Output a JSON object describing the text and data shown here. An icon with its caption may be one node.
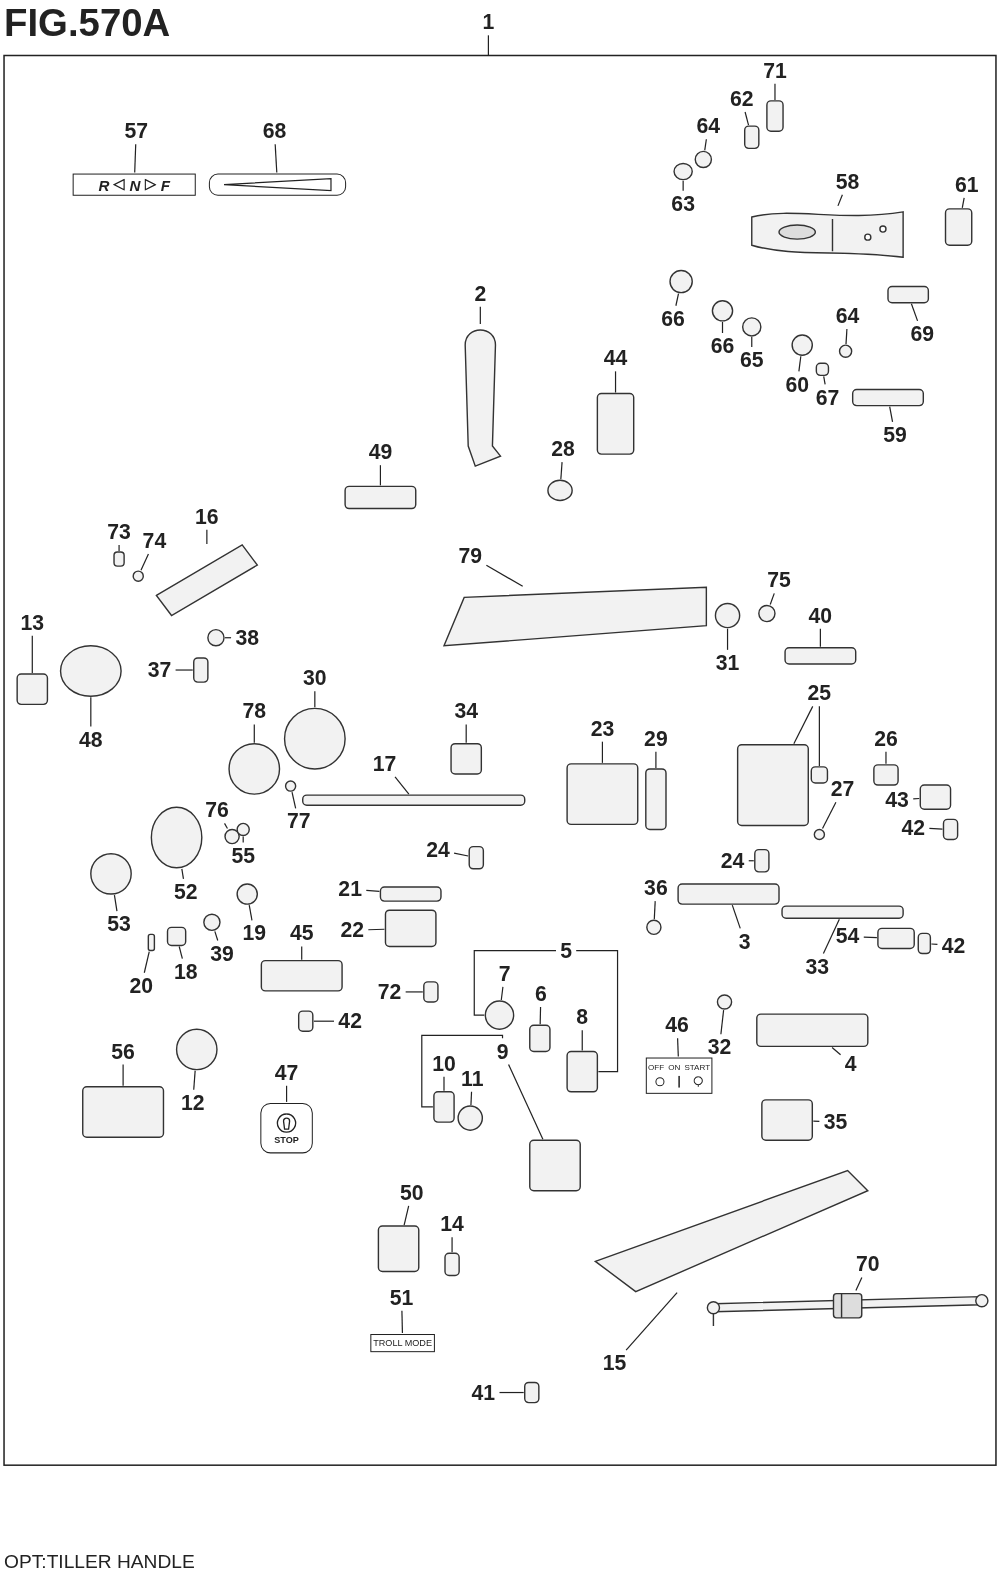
{
  "diagram": {
    "title": "FIG.570A",
    "caption": "OPT:TILLER HANDLE",
    "nodes": [
      {
        "text": [
          "1"
        ]
      },
      {
        "text": [
          "57"
        ]
      },
      {
        "text": [
          "68"
        ]
      },
      {
        "text": [
          "71"
        ]
      },
      {
        "text": [
          "62"
        ]
      },
      {
        "text": [
          "64"
        ]
      },
      {
        "text": [
          "63"
        ]
      },
      {
        "text": [
          "58"
        ]
      },
      {
        "text": [
          "61"
        ]
      },
      {
        "text": [
          "66"
        ]
      },
      {
        "text": [
          "66"
        ]
      },
      {
        "text": [
          "65"
        ]
      },
      {
        "text": [
          "69"
        ]
      },
      {
        "text": [
          "64"
        ]
      },
      {
        "text": [
          "60"
        ]
      },
      {
        "text": [
          "67"
        ]
      },
      {
        "text": [
          "59"
        ]
      },
      {
        "text": [
          "2"
        ]
      },
      {
        "text": [
          "44"
        ]
      },
      {
        "text": [
          "28"
        ]
      },
      {
        "text": [
          "49"
        ]
      },
      {
        "text": [
          "16"
        ]
      },
      {
        "text": [
          "73"
        ]
      },
      {
        "text": [
          "74"
        ]
      },
      {
        "text": [
          "13"
        ]
      },
      {
        "text": [
          "38"
        ]
      },
      {
        "text": [
          "37"
        ]
      },
      {
        "text": [
          "48"
        ]
      },
      {
        "text": [
          "79"
        ]
      },
      {
        "text": [
          "75"
        ]
      },
      {
        "text": [
          "40"
        ]
      },
      {
        "text": [
          "31"
        ]
      },
      {
        "text": [
          "30"
        ]
      },
      {
        "text": [
          "78"
        ]
      },
      {
        "text": [
          "34"
        ]
      },
      {
        "text": [
          "25"
        ]
      },
      {
        "text": [
          "26"
        ]
      },
      {
        "text": [
          "27"
        ]
      },
      {
        "text": [
          "43"
        ]
      },
      {
        "text": [
          "42"
        ]
      },
      {
        "text": [
          "23"
        ]
      },
      {
        "text": [
          "29"
        ]
      },
      {
        "text": [
          "17"
        ]
      },
      {
        "text": [
          "76"
        ]
      },
      {
        "text": [
          "77"
        ]
      },
      {
        "text": [
          "55"
        ]
      },
      {
        "text": [
          "24"
        ]
      },
      {
        "text": [
          "24"
        ]
      },
      {
        "text": [
          "52"
        ]
      },
      {
        "text": [
          "53"
        ]
      },
      {
        "text": [
          "36"
        ]
      },
      {
        "text": [
          "21"
        ]
      },
      {
        "text": [
          "19"
        ]
      },
      {
        "text": [
          "39"
        ]
      },
      {
        "text": [
          "18"
        ]
      },
      {
        "text": [
          "20"
        ]
      },
      {
        "text": [
          "45"
        ]
      },
      {
        "text": [
          "22"
        ]
      },
      {
        "text": [
          "3"
        ]
      },
      {
        "text": [
          "33"
        ]
      },
      {
        "text": [
          "54"
        ]
      },
      {
        "text": [
          "42"
        ]
      },
      {
        "text": [
          "5"
        ]
      },
      {
        "text": [
          "7"
        ]
      },
      {
        "text": [
          "6"
        ]
      },
      {
        "text": [
          "8"
        ]
      },
      {
        "text": [
          "72"
        ]
      },
      {
        "text": [
          "42"
        ]
      },
      {
        "text": [
          "46"
        ]
      },
      {
        "text": [
          "32"
        ]
      },
      {
        "text": [
          "4"
        ]
      },
      {
        "text": [
          "56"
        ]
      },
      {
        "text": [
          "10"
        ]
      },
      {
        "text": [
          "11"
        ]
      },
      {
        "text": [
          "9"
        ]
      },
      {
        "text": [
          "47"
        ]
      },
      {
        "text": [
          "12"
        ]
      },
      {
        "text": [
          "35"
        ]
      },
      {
        "text": [
          "50"
        ]
      },
      {
        "text": [
          "14"
        ]
      },
      {
        "text": [
          "70"
        ]
      },
      {
        "text": [
          "51"
        ]
      },
      {
        "text": [
          "15"
        ]
      },
      {
        "text": [
          "41"
        ]
      },
      {
        "text": [
          "R",
          "N",
          "F"
        ]
      },
      {
        "text": [],
        "shape": "picture"
      },
      {
        "text": [],
        "shape": "box"
      },
      {
        "text": [],
        "shape": "box"
      },
      {
        "text": [],
        "shape": "circle"
      },
      {
        "text": [],
        "shape": "circle"
      },
      {
        "text": [],
        "shape": "picture"
      },
      {
        "text": [],
        "shape": "box"
      },
      {
        "text": [],
        "shape": "circle"
      },
      {
        "text": [],
        "shape": "circle"
      },
      {
        "text": [],
        "shape": "circle"
      },
      {
        "text": [],
        "shape": "box"
      },
      {
        "text": [],
        "shape": "circle"
      },
      {
        "text": [],
        "shape": "circle"
      },
      {
        "text": [],
        "shape": "box"
      },
      {
        "text": [],
        "shape": "box"
      },
      {
        "text": [],
        "shape": "picture"
      },
      {
        "text": [],
        "shape": "box"
      },
      {
        "text": [],
        "shape": "circle"
      },
      {
        "text": [],
        "shape": "box"
      },
      {
        "text": [],
        "shape": "picture"
      },
      {
        "text": [],
        "shape": "box"
      },
      {
        "text": [],
        "shape": "circle"
      },
      {
        "text": [],
        "shape": "box"
      },
      {
        "text": [],
        "shape": "circle"
      },
      {
        "text": [],
        "shape": "box"
      },
      {
        "text": [],
        "shape": "circle"
      },
      {
        "text": [],
        "shape": "picture"
      },
      {
        "text": [],
        "shape": "circle"
      },
      {
        "text": [],
        "shape": "box"
      },
      {
        "text": [],
        "shape": "circle"
      },
      {
        "text": [],
        "shape": "circle"
      },
      {
        "text": [],
        "shape": "circle"
      },
      {
        "text": [],
        "shape": "box"
      },
      {
        "text": [],
        "shape": "box"
      },
      {
        "text": [],
        "shape": "box"
      },
      {
        "text": [],
        "shape": "box"
      },
      {
        "text": [],
        "shape": "circle"
      },
      {
        "text": [],
        "shape": "box"
      },
      {
        "text": [],
        "shape": "box"
      },
      {
        "text": [],
        "shape": "box"
      },
      {
        "text": [],
        "shape": "box"
      },
      {
        "text": [],
        "shape": "box"
      },
      {
        "text": [],
        "shape": "circle"
      },
      {
        "text": [],
        "shape": "circle"
      },
      {
        "text": [],
        "shape": "circle"
      },
      {
        "text": [],
        "shape": "box"
      },
      {
        "text": [],
        "shape": "box"
      },
      {
        "text": [],
        "shape": "circle"
      },
      {
        "text": [],
        "shape": "circle"
      },
      {
        "text": [],
        "shape": "circle"
      },
      {
        "text": [],
        "shape": "box"
      },
      {
        "text": [],
        "shape": "circle"
      },
      {
        "text": [],
        "shape": "circle"
      },
      {
        "text": [],
        "shape": "box"
      },
      {
        "text": [],
        "shape": "box"
      },
      {
        "text": [],
        "shape": "box"
      },
      {
        "text": [],
        "shape": "box"
      },
      {
        "text": [],
        "shape": "box"
      },
      {
        "text": [],
        "shape": "box"
      },
      {
        "text": [],
        "shape": "box"
      },
      {
        "text": [],
        "shape": "box"
      },
      {
        "text": [],
        "shape": "circle"
      },
      {
        "text": [],
        "shape": "box"
      },
      {
        "text": [],
        "shape": "box"
      },
      {
        "text": [],
        "shape": "box"
      },
      {
        "text": [],
        "shape": "box"
      },
      {
        "text": [
          "OFF",
          "ON",
          "START"
        ]
      },
      {
        "text": [],
        "shape": "circle"
      },
      {
        "text": [],
        "shape": "box"
      },
      {
        "text": [],
        "shape": "box"
      },
      {
        "text": [],
        "shape": "box"
      },
      {
        "text": [],
        "shape": "circle"
      },
      {
        "text": [],
        "shape": "box"
      },
      {
        "text": [
          "STOP"
        ]
      },
      {
        "text": [],
        "shape": "circle"
      },
      {
        "text": [],
        "shape": "box"
      },
      {
        "text": [],
        "shape": "box"
      },
      {
        "text": [],
        "shape": "box"
      },
      {
        "text": [],
        "shape": "picture"
      },
      {
        "text": [
          "TROLL MODE"
        ]
      },
      {
        "text": [],
        "shape": "picture"
      },
      {
        "text": [],
        "shape": "box"
      }
    ],
    "edges": [
      {
        "from": 0,
        "to": null,
        "arrow": "none"
      },
      {
        "from": 1,
        "to": 84,
        "arrow": "none"
      },
      {
        "from": 2,
        "to": 85,
        "arrow": "none"
      },
      {
        "from": 3,
        "to": 86,
        "arrow": "none"
      },
      {
        "from": 4,
        "to": 87,
        "arrow": "none"
      },
      {
        "from": 5,
        "to": 88,
        "arrow": "none"
      },
      {
        "from": 6,
        "to": 89,
        "arrow": "none"
      },
      {
        "from": 7,
        "to": 90,
        "arrow": "none"
      },
      {
        "from": 8,
        "to": 91,
        "arrow": "none"
      },
      {
        "from": 9,
        "to": 92,
        "arrow": "none"
      },
      {
        "from": 10,
        "to": 93,
        "arrow": "none"
      },
      {
        "from": 11,
        "to": 94,
        "arrow": "none"
      },
      {
        "from": 12,
        "to": 95,
        "arrow": "none"
      },
      {
        "from": 13,
        "to": 96,
        "arrow": "none"
      },
      {
        "from": 14,
        "to": 97,
        "arrow": "none"
      },
      {
        "from": 15,
        "to": 98,
        "arrow": "none"
      },
      {
        "from": 16,
        "to": 99,
        "arrow": "none"
      },
      {
        "from": 17,
        "to": 100,
        "arrow": "none"
      },
      {
        "from": 18,
        "to": 101,
        "arrow": "none"
      },
      {
        "from": 19,
        "to": 102,
        "arrow": "none"
      },
      {
        "from": 20,
        "to": 103,
        "arrow": "none"
      },
      {
        "from": 21,
        "to": 104,
        "arrow": "none"
      },
      {
        "from": 22,
        "to": 105,
        "arrow": "none"
      },
      {
        "from": 23,
        "to": 106,
        "arrow": "none"
      },
      {
        "from": 24,
        "to": 107,
        "arrow": "none"
      },
      {
        "from": 25,
        "to": 108,
        "arrow": "none"
      },
      {
        "from": 26,
        "to": 109,
        "arrow": "none"
      },
      {
        "from": 27,
        "to": 110,
        "arrow": "none"
      },
      {
        "from": 28,
        "to": 111,
        "arrow": "none"
      },
      {
        "from": 29,
        "to": 112,
        "arrow": "none"
      },
      {
        "from": 30,
        "to": 113,
        "arrow": "none"
      },
      {
        "from": 31,
        "to": 114,
        "arrow": "none"
      },
      {
        "from": 32,
        "to": 115,
        "arrow": "none"
      },
      {
        "from": 33,
        "to": 116,
        "arrow": "none"
      },
      {
        "from": 34,
        "to": 117,
        "arrow": "none"
      },
      {
        "from": 35,
        "to": 118,
        "arrow": "none"
      },
      {
        "from": 35,
        "to": 119,
        "arrow": "none"
      },
      {
        "from": 36,
        "to": 120,
        "arrow": "none"
      },
      {
        "from": 37,
        "to": 121,
        "arrow": "none"
      },
      {
        "from": 38,
        "to": 122,
        "arrow": "none"
      },
      {
        "from": 39,
        "to": 123,
        "arrow": "none"
      },
      {
        "from": 40,
        "to": 124,
        "arrow": "none"
      },
      {
        "from": 41,
        "to": 125,
        "arrow": "none"
      },
      {
        "from": 42,
        "to": 126,
        "arrow": "none"
      },
      {
        "from": 43,
        "to": 127,
        "arrow": "none"
      },
      {
        "from": 44,
        "to": 128,
        "arrow": "none"
      },
      {
        "from": 45,
        "to": 129,
        "arrow": "none"
      },
      {
        "from": 46,
        "to": 130,
        "arrow": "none"
      },
      {
        "from": 47,
        "to": 131,
        "arrow": "none"
      },
      {
        "from": 48,
        "to": 132,
        "arrow": "none"
      },
      {
        "from": 49,
        "to": 133,
        "arrow": "none"
      },
      {
        "from": 50,
        "to": 134,
        "arrow": "none"
      },
      {
        "from": 51,
        "to": 135,
        "arrow": "none"
      },
      {
        "from": 52,
        "to": 136,
        "arrow": "none"
      },
      {
        "from": 53,
        "to": 137,
        "arrow": "none"
      },
      {
        "from": 54,
        "to": 138,
        "arrow": "none"
      },
      {
        "from": 55,
        "to": 139,
        "arrow": "none"
      },
      {
        "from": 56,
        "to": 140,
        "arrow": "none"
      },
      {
        "from": 57,
        "to": 141,
        "arrow": "none"
      },
      {
        "from": 58,
        "to": 142,
        "arrow": "none"
      },
      {
        "from": 59,
        "to": 143,
        "arrow": "none"
      },
      {
        "from": 60,
        "to": 144,
        "arrow": "none"
      },
      {
        "from": 61,
        "to": 145,
        "arrow": "none"
      },
      {
        "from": 62,
        "to": 146,
        "arrow": "none"
      },
      {
        "from": 62,
        "to": 148,
        "arrow": "none"
      },
      {
        "from": 63,
        "to": 146,
        "arrow": "none"
      },
      {
        "from": 64,
        "to": 147,
        "arrow": "none"
      },
      {
        "from": 65,
        "to": 148,
        "arrow": "none"
      },
      {
        "from": 66,
        "to": 149,
        "arrow": "none"
      },
      {
        "from": 67,
        "to": 150,
        "arrow": "none"
      },
      {
        "from": 68,
        "to": 151,
        "arrow": "none"
      },
      {
        "from": 69,
        "to": 152,
        "arrow": "none"
      },
      {
        "from": 70,
        "to": 153,
        "arrow": "none"
      },
      {
        "from": 71,
        "to": 154,
        "arrow": "none"
      },
      {
        "from": 72,
        "to": 155,
        "arrow": "none"
      },
      {
        "from": 73,
        "to": 156,
        "arrow": "none"
      },
      {
        "from": 74,
        "to": 155,
        "arrow": "none"
      },
      {
        "from": 74,
        "to": 157,
        "arrow": "none"
      },
      {
        "from": 75,
        "to": 158,
        "arrow": "none"
      },
      {
        "from": 76,
        "to": 159,
        "arrow": "none"
      },
      {
        "from": 77,
        "to": 160,
        "arrow": "none"
      },
      {
        "from": 78,
        "to": 161,
        "arrow": "none"
      },
      {
        "from": 79,
        "to": 162,
        "arrow": "none"
      },
      {
        "from": 80,
        "to": 163,
        "arrow": "none"
      },
      {
        "from": 81,
        "to": 164,
        "arrow": "none"
      },
      {
        "from": 82,
        "to": 165,
        "arrow": "none"
      },
      {
        "from": 83,
        "to": 166,
        "arrow": "none"
      }
    ]
  }
}
